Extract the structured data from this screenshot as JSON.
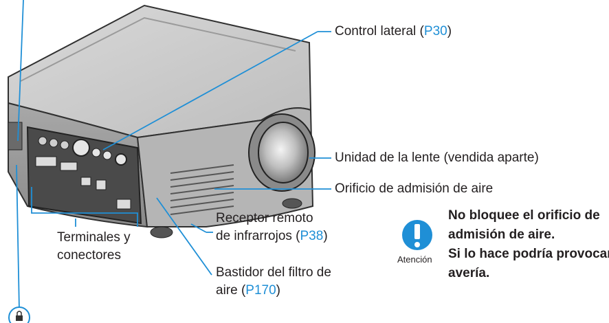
{
  "labels": {
    "side_control": "Control lateral (",
    "side_control_ref": "P30",
    "lens_unit": "Unidad de la lente (vendida aparte)",
    "air_intake": "Orificio de admisión de aire",
    "ir_receiver_line1": "Receptor remoto",
    "ir_receiver_line2": "de infrarrojos (",
    "ir_receiver_ref": "P38",
    "terminals_line1": "Terminales y",
    "terminals_line2": "conectores",
    "filter_line1": "Bastidor del filtro de",
    "filter_line2": "aire (",
    "filter_ref": "P170",
    "close_paren": ")"
  },
  "warning": {
    "caption": "Atención",
    "line1": "No bloquee el orificio de",
    "line2": "admisión de aire.",
    "line3": "Si lo hace podría provocar una",
    "line4": "avería."
  },
  "colors": {
    "link": "#1f8fd6",
    "leader": "#1f8fd6",
    "warning_icon": "#1f8fd6"
  }
}
